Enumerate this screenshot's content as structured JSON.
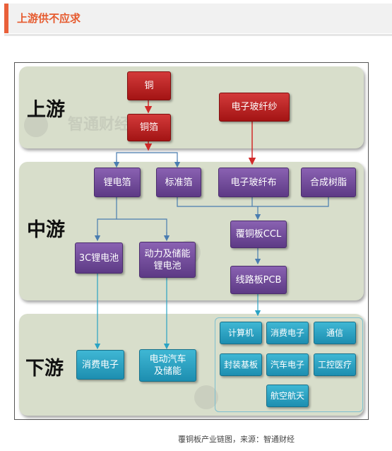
{
  "header": {
    "title": "上游供不应求"
  },
  "sections": {
    "upstream": "上游",
    "midstream": "中游",
    "downstream": "下游"
  },
  "nodes": {
    "copper": "铜",
    "copper_foil": "铜箔",
    "glass_yarn": "电子玻纤纱",
    "li_foil": "锂电箔",
    "std_foil": "标准箔",
    "glass_cloth": "电子玻纤布",
    "resin": "合成树脂",
    "ccl": "覆铜板CCL",
    "pcb": "线路板PCB",
    "battery_3c": "3C锂电池",
    "battery_power": "动力及储能\n锂电池",
    "consumer_elec": "消费电子",
    "ev_storage": "电动汽车\n及储能",
    "computer": "计算机",
    "consumer_elec2": "消费电子",
    "telecom": "通信",
    "packaging_substrate": "封装基板",
    "auto_elec": "汽车电子",
    "industrial_medical": "工控医疗",
    "aerospace": "航空航天"
  },
  "watermark": "智通财经",
  "caption": "覆铜板产业链图，来源：智通财经",
  "colors": {
    "accent": "#e9603a",
    "red_node": "#c02525",
    "purple_node": "#6b4794",
    "teal_node": "#2aa3c4",
    "panel": "#d8decb"
  }
}
